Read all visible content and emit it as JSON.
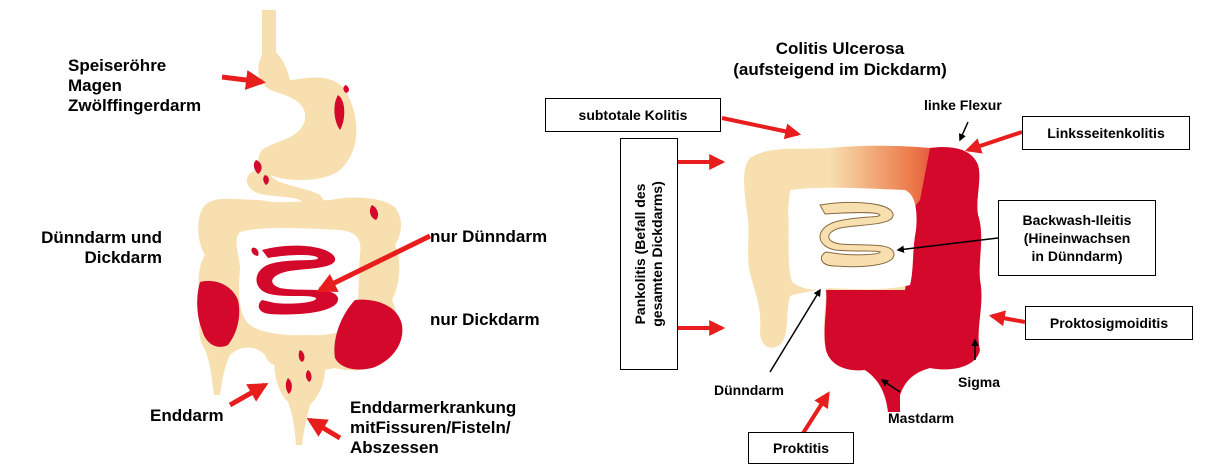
{
  "left": {
    "labels": {
      "upper_gi_line1": "Speiseröhre",
      "upper_gi_line2": "Magen",
      "upper_gi_line3": "Zwölffingerdarm",
      "small_and_large_line1": "Dünndarm und",
      "small_and_large_line2": "Dickdarm",
      "only_small": "nur Dünndarm",
      "only_large": "nur Dickdarm",
      "rectum": "Enddarm",
      "rectal_disease_line1": "Enddarmerkrankung",
      "rectal_disease_line2": "mitFissuren/Fisteln/",
      "rectal_disease_line3": "Abszessen"
    }
  },
  "right": {
    "title_line1": "Colitis Ulcerosa",
    "title_line2": "(aufsteigend im Dickdarm)",
    "boxes": {
      "subtotal": "subtotale Kolitis",
      "left_sided": "Linksseitenkolitis",
      "backwash_line1": "Backwash-Ileitis",
      "backwash_line2": "(Hineinwachsen",
      "backwash_line3": "in Dünndarm)",
      "proctosigmoiditis": "Proktosigmoiditis",
      "proctitis": "Proktitis",
      "pancolitis_line1": "Pankolitis (Befall des",
      "pancolitis_line2": "gesamten Dickdarms)"
    },
    "labels": {
      "left_flexure": "linke Flexur",
      "small_intestine": "Dünndarm",
      "sigma": "Sigma",
      "rectum": "Mastdarm"
    }
  },
  "colors": {
    "tissue": "#f8dfb0",
    "inflamed": "#d4082a",
    "transition": "#ec7a4a",
    "arrow": "#e81e1e",
    "outline": "#000000"
  }
}
